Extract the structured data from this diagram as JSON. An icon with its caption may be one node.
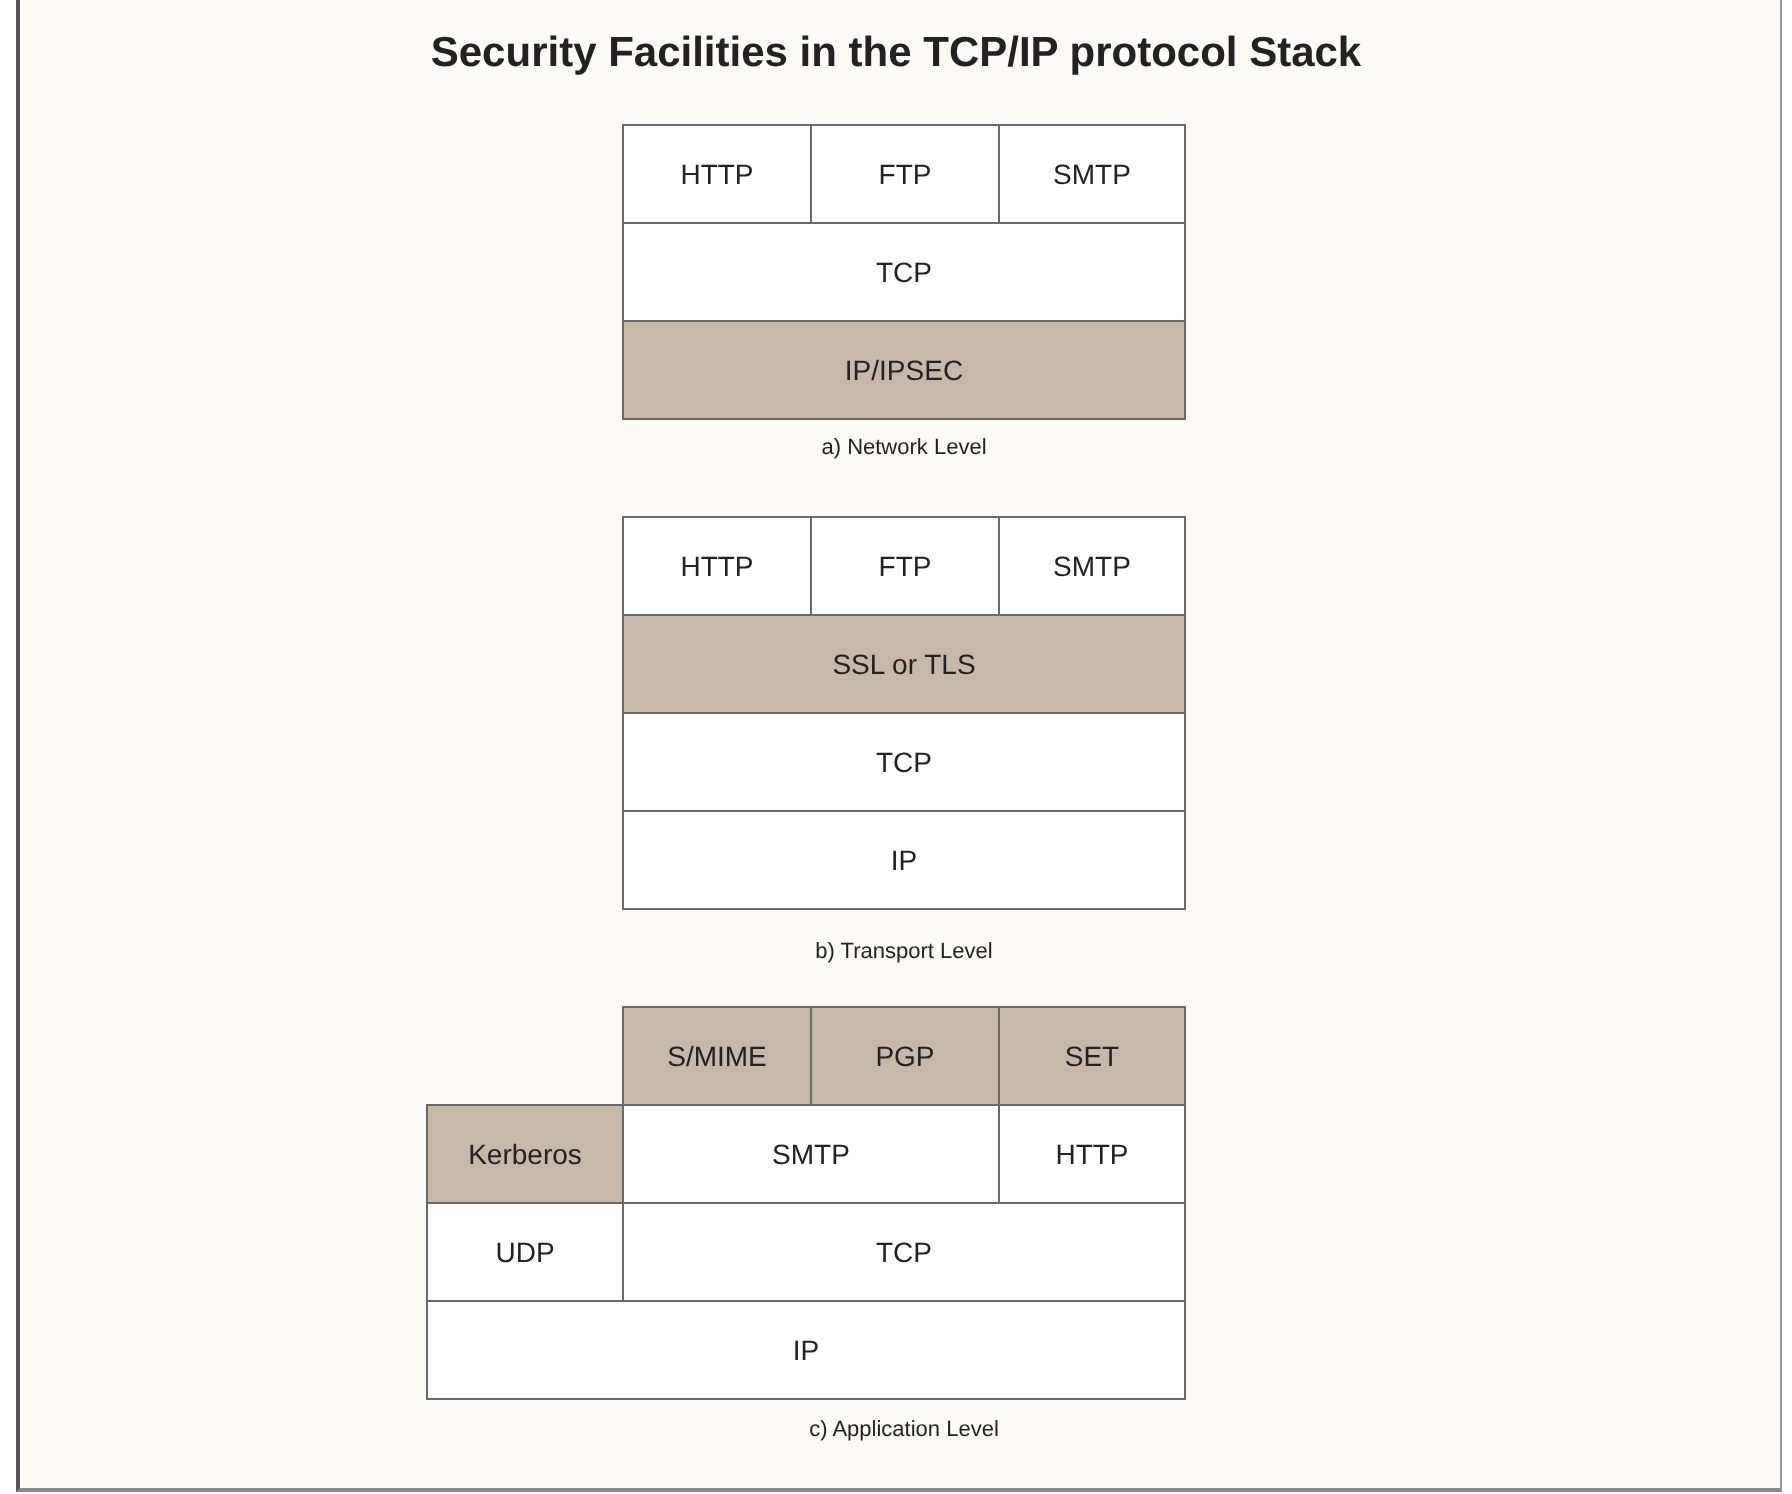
{
  "diagram": {
    "title": "Security Facilities in the TCP/IP protocol Stack",
    "nodes": [
      {
        "text": [
          "HTTP"
        ]
      },
      {
        "text": [
          "FTP"
        ]
      },
      {
        "text": [
          "SMTP"
        ]
      },
      {
        "text": [
          "TCP"
        ]
      },
      {
        "text": [
          "IP/IPSEC"
        ]
      },
      {
        "text": [
          "HTTP"
        ]
      },
      {
        "text": [
          "FTP"
        ]
      },
      {
        "text": [
          "SMTP"
        ]
      },
      {
        "text": [
          "SSL or TLS"
        ]
      },
      {
        "text": [
          "TCP"
        ]
      },
      {
        "text": [
          "IP"
        ]
      },
      {
        "text": [
          "S/MIME"
        ]
      },
      {
        "text": [
          "PGP"
        ]
      },
      {
        "text": [
          "SET"
        ]
      },
      {
        "text": [
          "Kerberos"
        ]
      },
      {
        "text": [
          "SMTP"
        ]
      },
      {
        "text": [
          "HTTP"
        ]
      },
      {
        "text": [
          "UDP"
        ]
      },
      {
        "text": [
          "TCP"
        ]
      },
      {
        "text": [
          "IP"
        ]
      }
    ],
    "labels": [
      "a) Network Level",
      "b) Transport Level",
      "c) Application Level"
    ]
  }
}
